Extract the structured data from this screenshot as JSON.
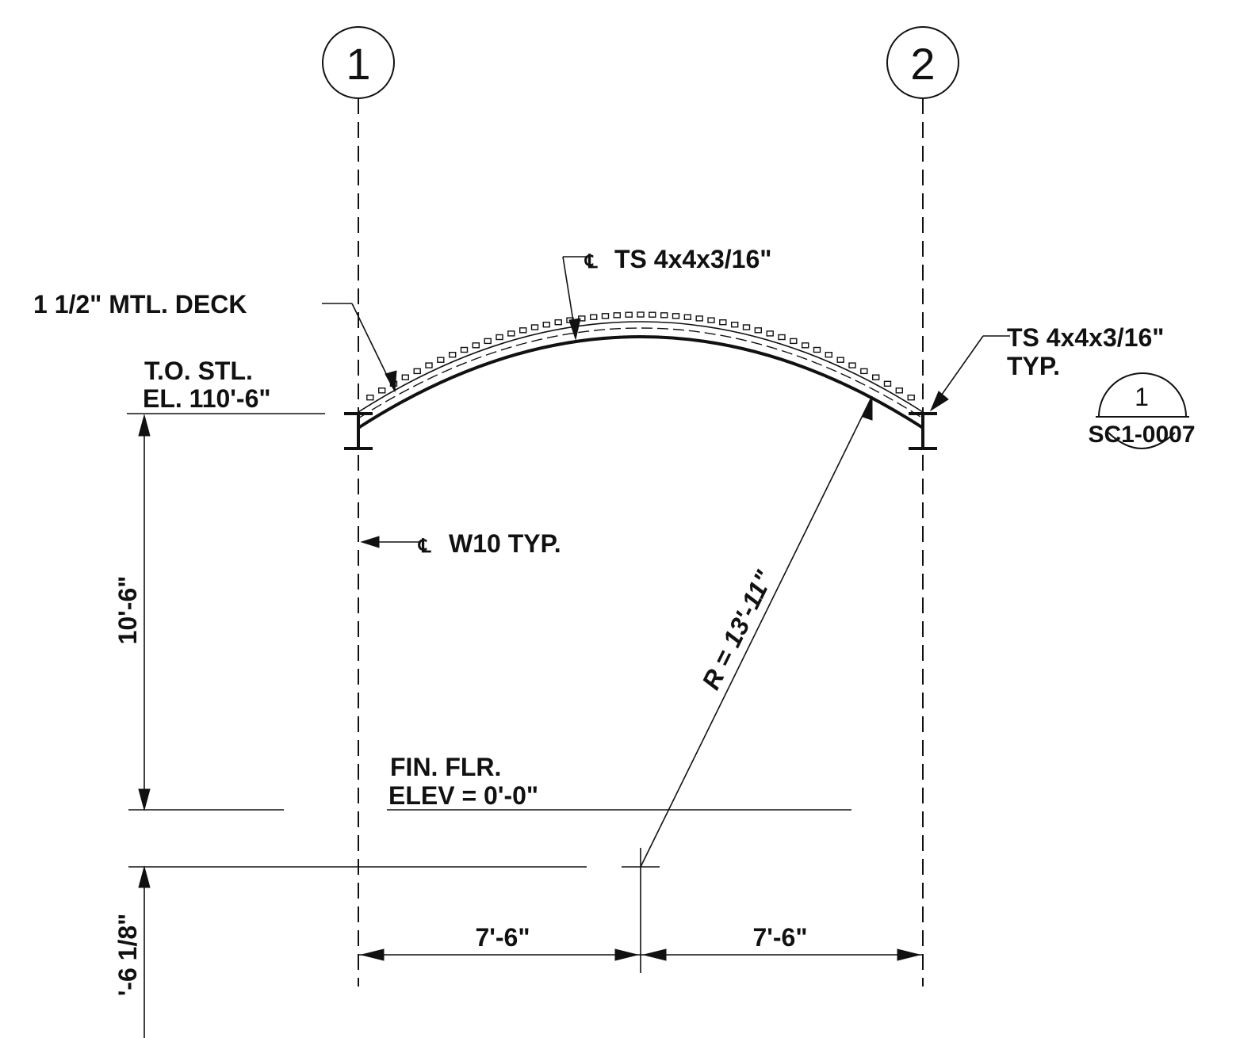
{
  "grid_lines": [
    {
      "label": "1"
    },
    {
      "label": "2"
    }
  ],
  "labels": {
    "ts_member": "TS 4x4x3/16\"",
    "ts_member_right": "TS 4x4x3/16\"",
    "ts_member_right_typ": "TYP.",
    "metal_deck": "1 1/2\" MTL. DECK",
    "top_of_steel": "T.O. STL.",
    "top_of_steel_elev": "EL. 110'-6\"",
    "column_centerline": "W10 TYP.",
    "finish_floor": "FIN. FLR.",
    "finish_floor_elev": "ELEV = 0'-0\"",
    "radius": "R = 13'-11\"",
    "section_mark_number": "1",
    "section_mark_sheet": "SC1-0007"
  },
  "dimensions": {
    "height": "10'-6\"",
    "center_offset": "'-6 1/8\"",
    "left_span": "7'-6\"",
    "right_span": "7'-6\""
  }
}
